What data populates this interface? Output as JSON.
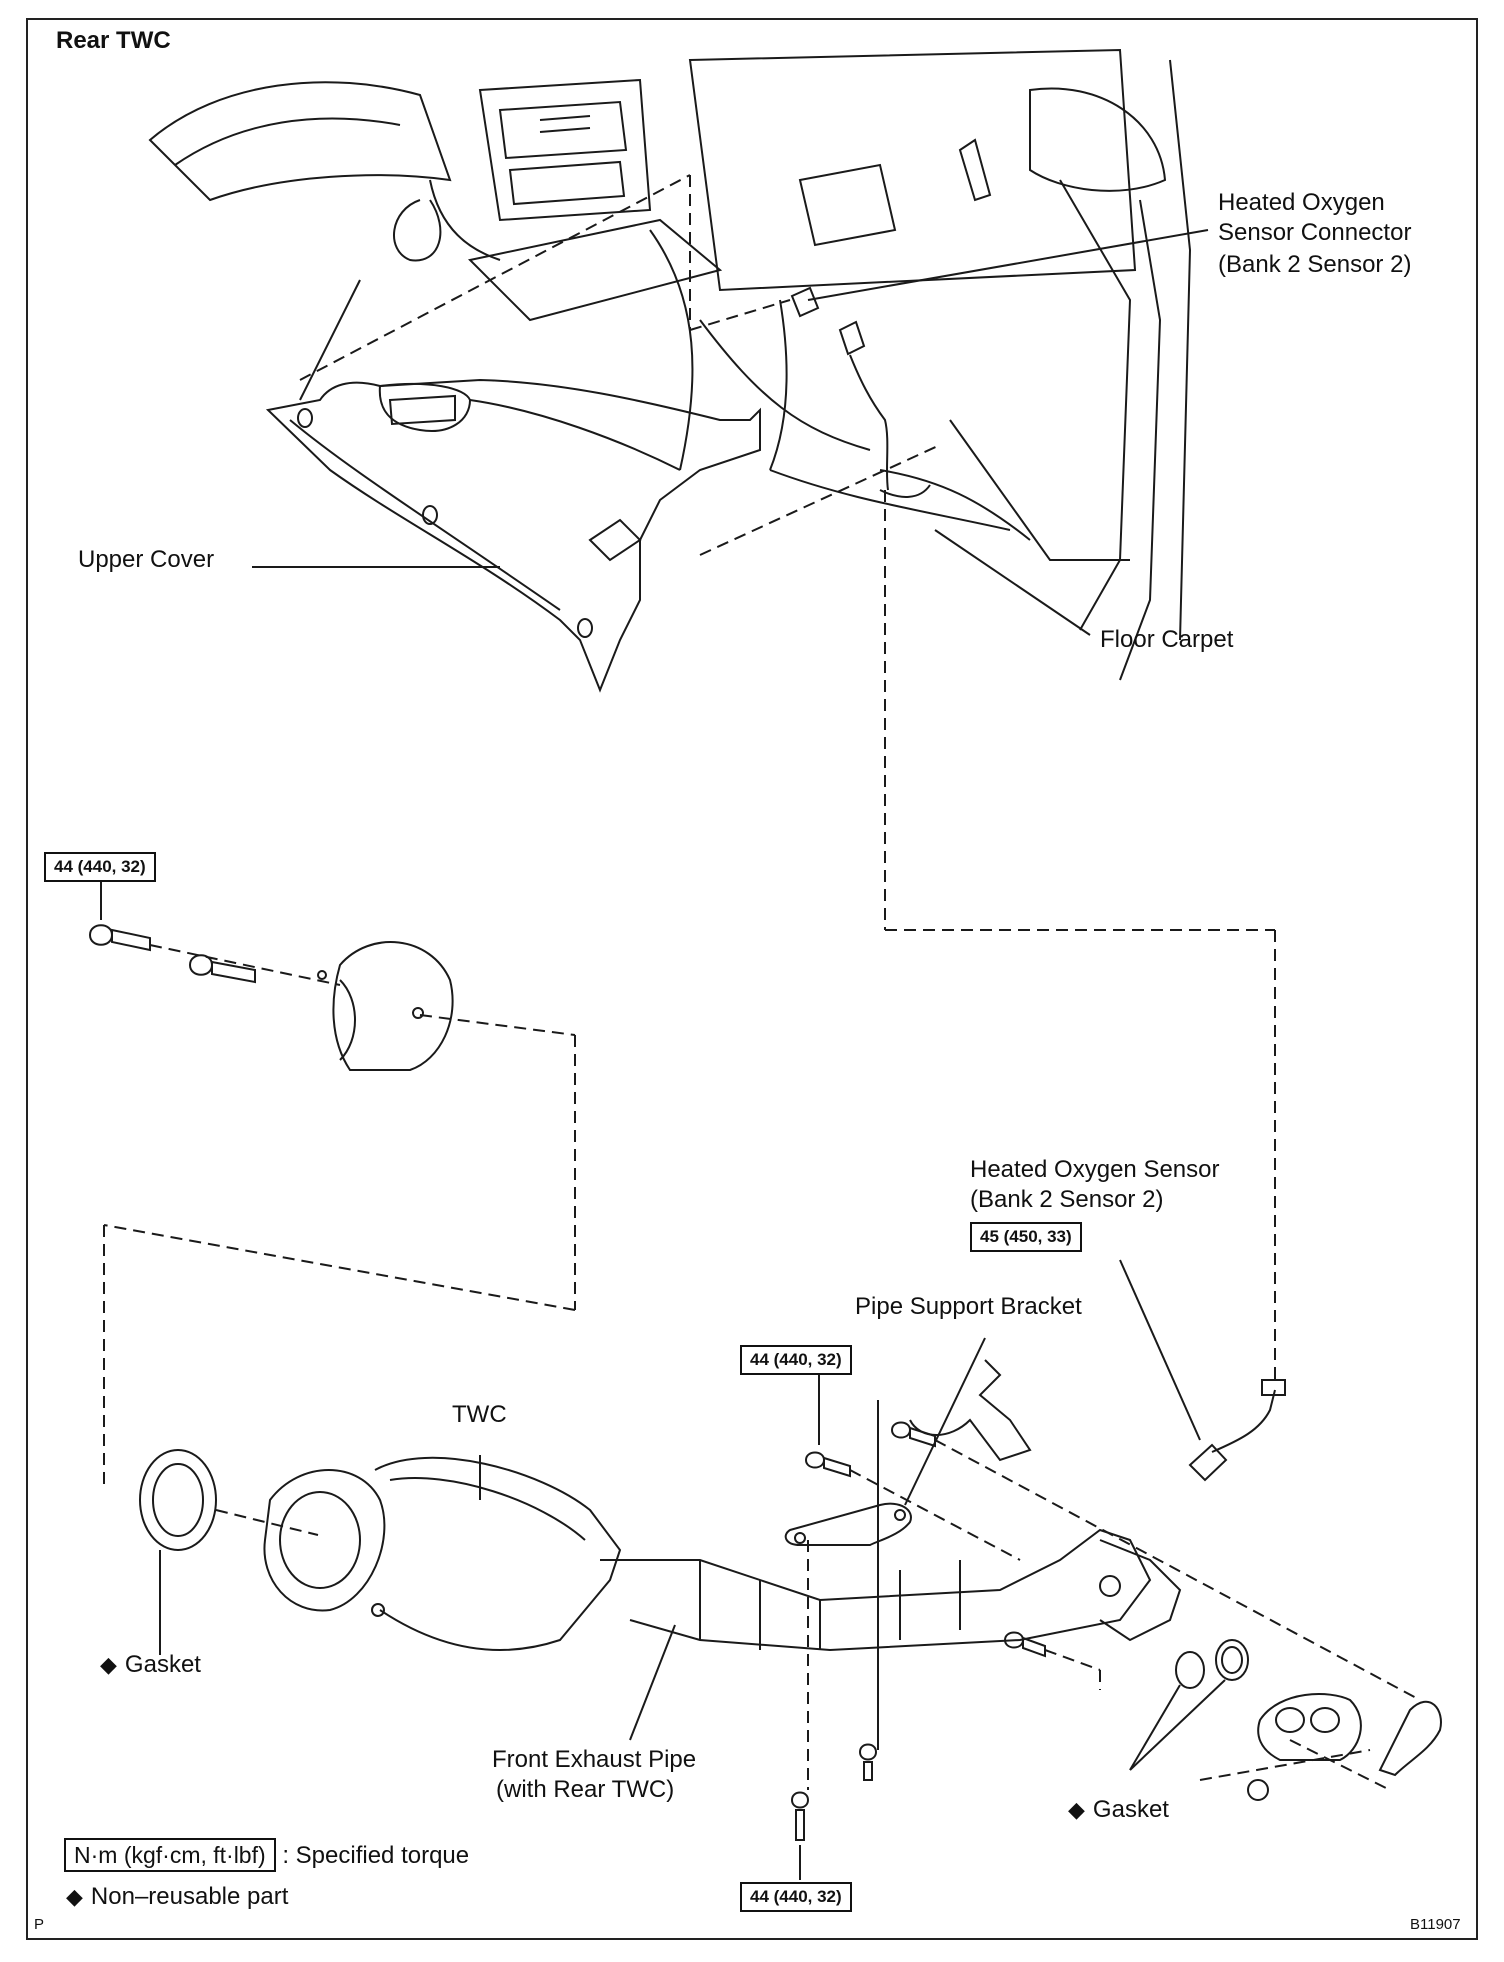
{
  "title": "Rear TWC",
  "labels": {
    "ho2s_connector_1": "Heated Oxygen",
    "ho2s_connector_2": "Sensor Connector",
    "ho2s_connector_3": "(Bank 2 Sensor 2)",
    "upper_cover": "Upper Cover",
    "floor_carpet": "Floor Carpet",
    "ho2s_1": "Heated Oxygen Sensor",
    "ho2s_2": "(Bank 2 Sensor 2)",
    "pipe_support_bracket": "Pipe Support Bracket",
    "twc": "TWC",
    "gasket_left": "Gasket",
    "gasket_right": "Gasket",
    "front_pipe_1": "Front Exhaust Pipe",
    "front_pipe_2": "(with Rear TWC)"
  },
  "torques": {
    "upper_left": "44 (440, 32)",
    "sensor": "45 (450, 33)",
    "bracket_top": "44 (440, 32)",
    "bracket_bottom": "44 (440, 32)"
  },
  "legend": {
    "torque_box": "N·m (kgf·cm, ft·lbf)",
    "torque_text": ": Specified torque",
    "nonreusable": "Non–reusable part"
  },
  "corner": {
    "left": "P",
    "right": "B11907"
  },
  "colors": {
    "line": "#1a1a1a",
    "background": "#ffffff"
  },
  "icons": {
    "nonreusable_marker": "black-diamond"
  }
}
